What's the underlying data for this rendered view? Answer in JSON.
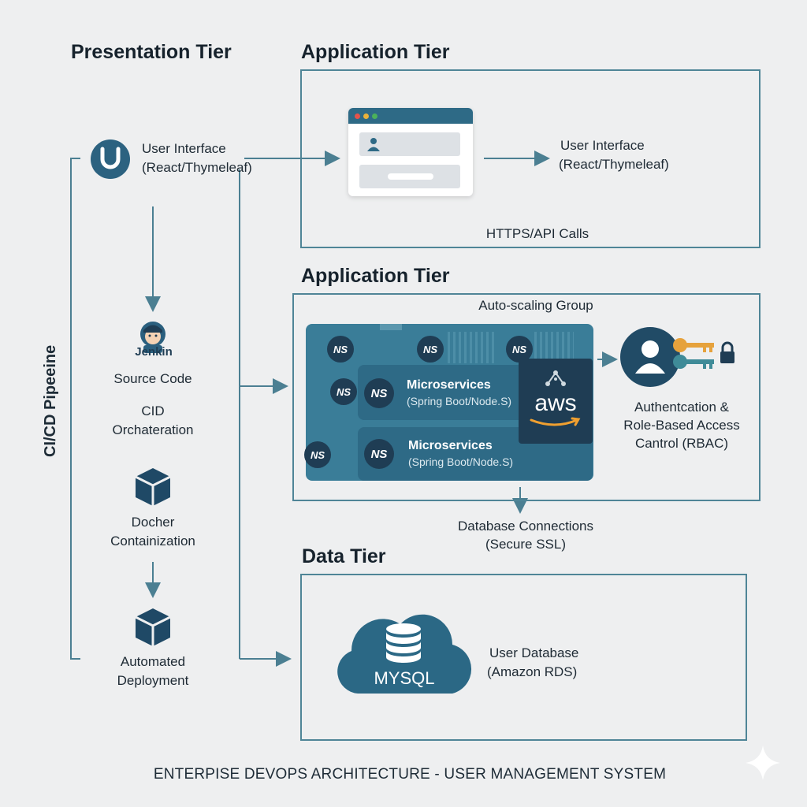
{
  "presentation_tier": {
    "title": "Presentation Tier",
    "ui_label_1": "User Interface",
    "ui_label_2": "(React/Thymeleaf)"
  },
  "pipeline": {
    "label": "CI/CD Pipeeine",
    "jenkins_logo_text": "Jenkin",
    "step_source": "Source Code",
    "step_cid_1": "CID",
    "step_cid_2": "Orchateration",
    "step_docker_1": "Docher",
    "step_docker_2": "Containization",
    "step_deploy_1": "Automated",
    "step_deploy_2": "Deployment"
  },
  "app_tier_top": {
    "title": "Application Tier",
    "ui_label_1": "User Interface",
    "ui_label_2": "(React/Thymeleaf)",
    "calls": "HTTPS/API Calls"
  },
  "app_tier_main": {
    "title": "Application Tier",
    "autoscaling": "Auto-scaling Group",
    "ns_badge": "NS",
    "ms1_title": "Microservices",
    "ms1_sub": "(Spring Boot/Node.S)",
    "ms2_title": "Microservices",
    "ms2_sub": "(Spring Boot/Node.S)",
    "aws_logo": "aws",
    "auth_1": "Authentcation &",
    "auth_2": "Role-Based Access",
    "auth_3": "Cantrol (RBAC)"
  },
  "db_connection": {
    "line1": "Database Connections",
    "line2": "(Secure SSL)"
  },
  "data_tier": {
    "title": "Data Tier",
    "db_logo": "MYSQL",
    "db_label_1": "User Database",
    "db_label_2": "(Amazon RDS)"
  },
  "footer": {
    "caption": "ENTERPISE DEVOPS ARCHITECTURE - USER MANAGEMENT SYSTEM"
  },
  "colors": {
    "border": "#4f8597",
    "arrow": "#4b7f92",
    "dark_blue": "#214b66",
    "panel": "#3a7d98",
    "key_orange": "#e6a23c",
    "key_teal": "#3f8b98"
  }
}
